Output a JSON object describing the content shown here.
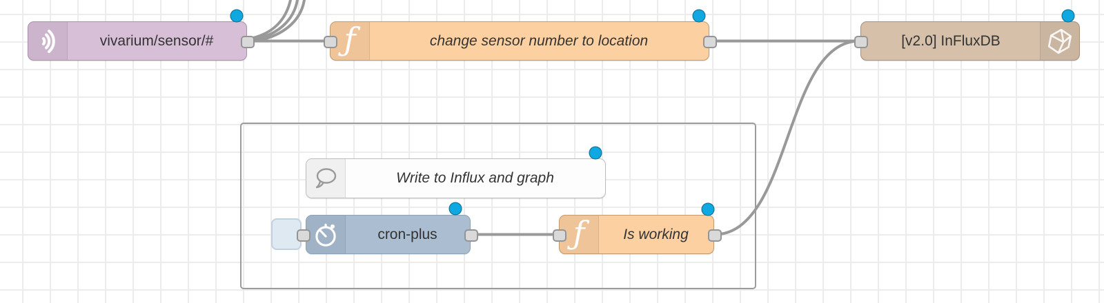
{
  "canvas": {
    "description": "Node-RED flow editor canvas"
  },
  "colors": {
    "mqtt_node": "#d8bfd8",
    "function_node": "#fdd0a2",
    "influxdb_node": "#d6c0aa",
    "cronplus_node": "#aabdd1",
    "comment_node": "#ffffff",
    "changed_indicator": "#0fa8e1",
    "wire": "#999999",
    "grid_line": "#ececec"
  },
  "nodes": {
    "mqtt": {
      "label": "vivarium/sensor/#",
      "type": "mqtt-in",
      "icon": "signal-icon"
    },
    "function_change": {
      "label": "change sensor number to location",
      "type": "function",
      "icon": "function-icon"
    },
    "influxdb": {
      "label": "[v2.0] InFluxDB",
      "type": "influxdb-out",
      "icon": "influxdb-icon"
    },
    "comment": {
      "label": "Write to Influx and graph",
      "type": "comment",
      "icon": "comment-icon"
    },
    "cronplus": {
      "label": "cron-plus",
      "type": "cron-plus",
      "icon": "timer-icon"
    },
    "function_isworking": {
      "label": "Is working",
      "type": "function",
      "icon": "function-icon"
    }
  },
  "connections": [
    {
      "from": "mqtt",
      "to": "function_change"
    },
    {
      "from": "mqtt",
      "to": "off-screen nodes above (3 wires)"
    },
    {
      "from": "function_change",
      "to": "influxdb"
    },
    {
      "from": "cronplus",
      "to": "function_isworking"
    },
    {
      "from": "function_isworking",
      "to": "influxdb"
    }
  ]
}
